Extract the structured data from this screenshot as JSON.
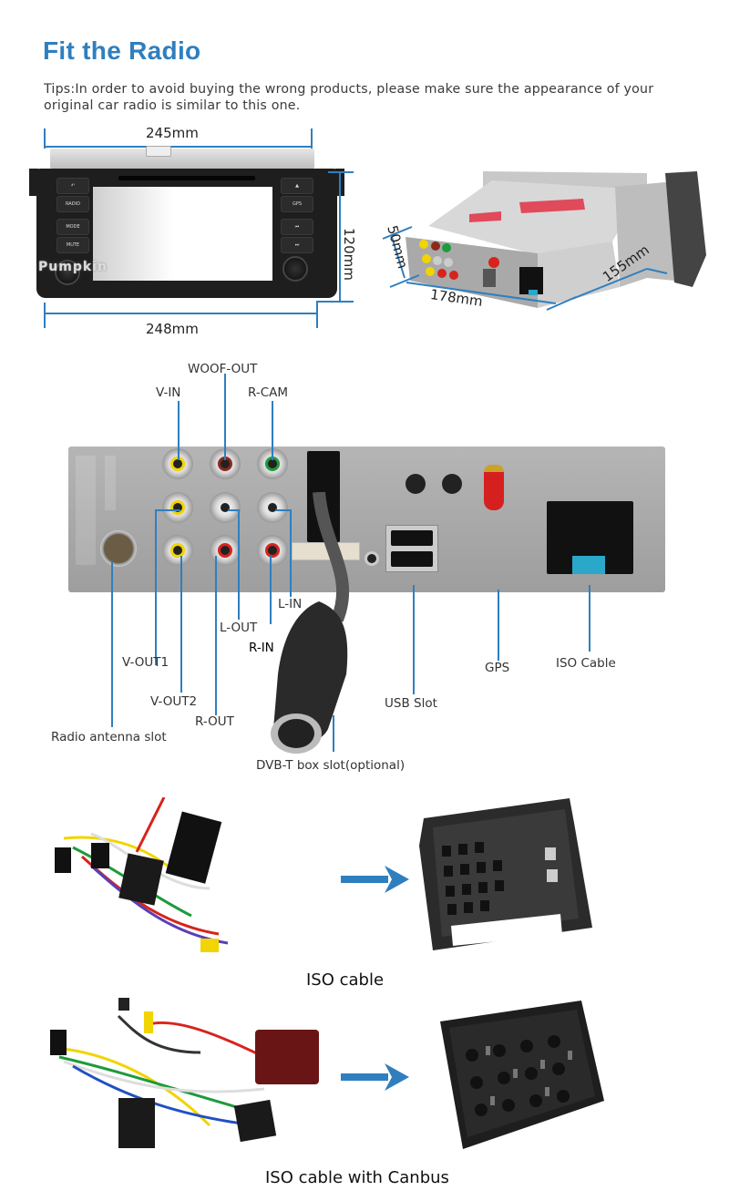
{
  "header": {
    "title": "Fit the Radio",
    "tips": "Tips:In order to avoid buying the wrong products, please make sure the appearance of your original car radio is similar to this one."
  },
  "dimensions": {
    "front_top_width": "245mm",
    "front_bottom_width": "248mm",
    "front_height": "120mm",
    "rear_depth_side": "50mm",
    "rear_width": "178mm",
    "rear_depth": "155mm"
  },
  "front_unit": {
    "buttons": [
      "",
      "RADIO",
      "MODE",
      "MUTE",
      "▲",
      "GPS",
      "⏮",
      "⏭"
    ],
    "brand_logo": "Pumpkin"
  },
  "back_panel": {
    "callouts": {
      "woof_out": "WOOF-OUT",
      "v_in": "V-IN",
      "r_cam": "R-CAM",
      "l_in": "L-IN",
      "l_out": "L-OUT",
      "r_in": "R-IN",
      "v_out1": "V-OUT1",
      "v_out2": "V-OUT2",
      "r_out": "R-OUT",
      "radio_antenna": "Radio antenna slot",
      "dvbt": "DVB-T box slot(optional)",
      "usb": "USB Slot",
      "gps": "GPS",
      "iso": "ISO Cable"
    },
    "rca_colors": {
      "yellow": "#f2d400",
      "red": "#d8231c",
      "dark_red": "#8b2a1c",
      "green": "#1f9a3c",
      "white": "#e8e8e8"
    }
  },
  "cables": {
    "iso_caption": "ISO cable",
    "canbus_caption": "ISO cable with Canbus"
  },
  "colors": {
    "accent": "#2f7fbf"
  }
}
